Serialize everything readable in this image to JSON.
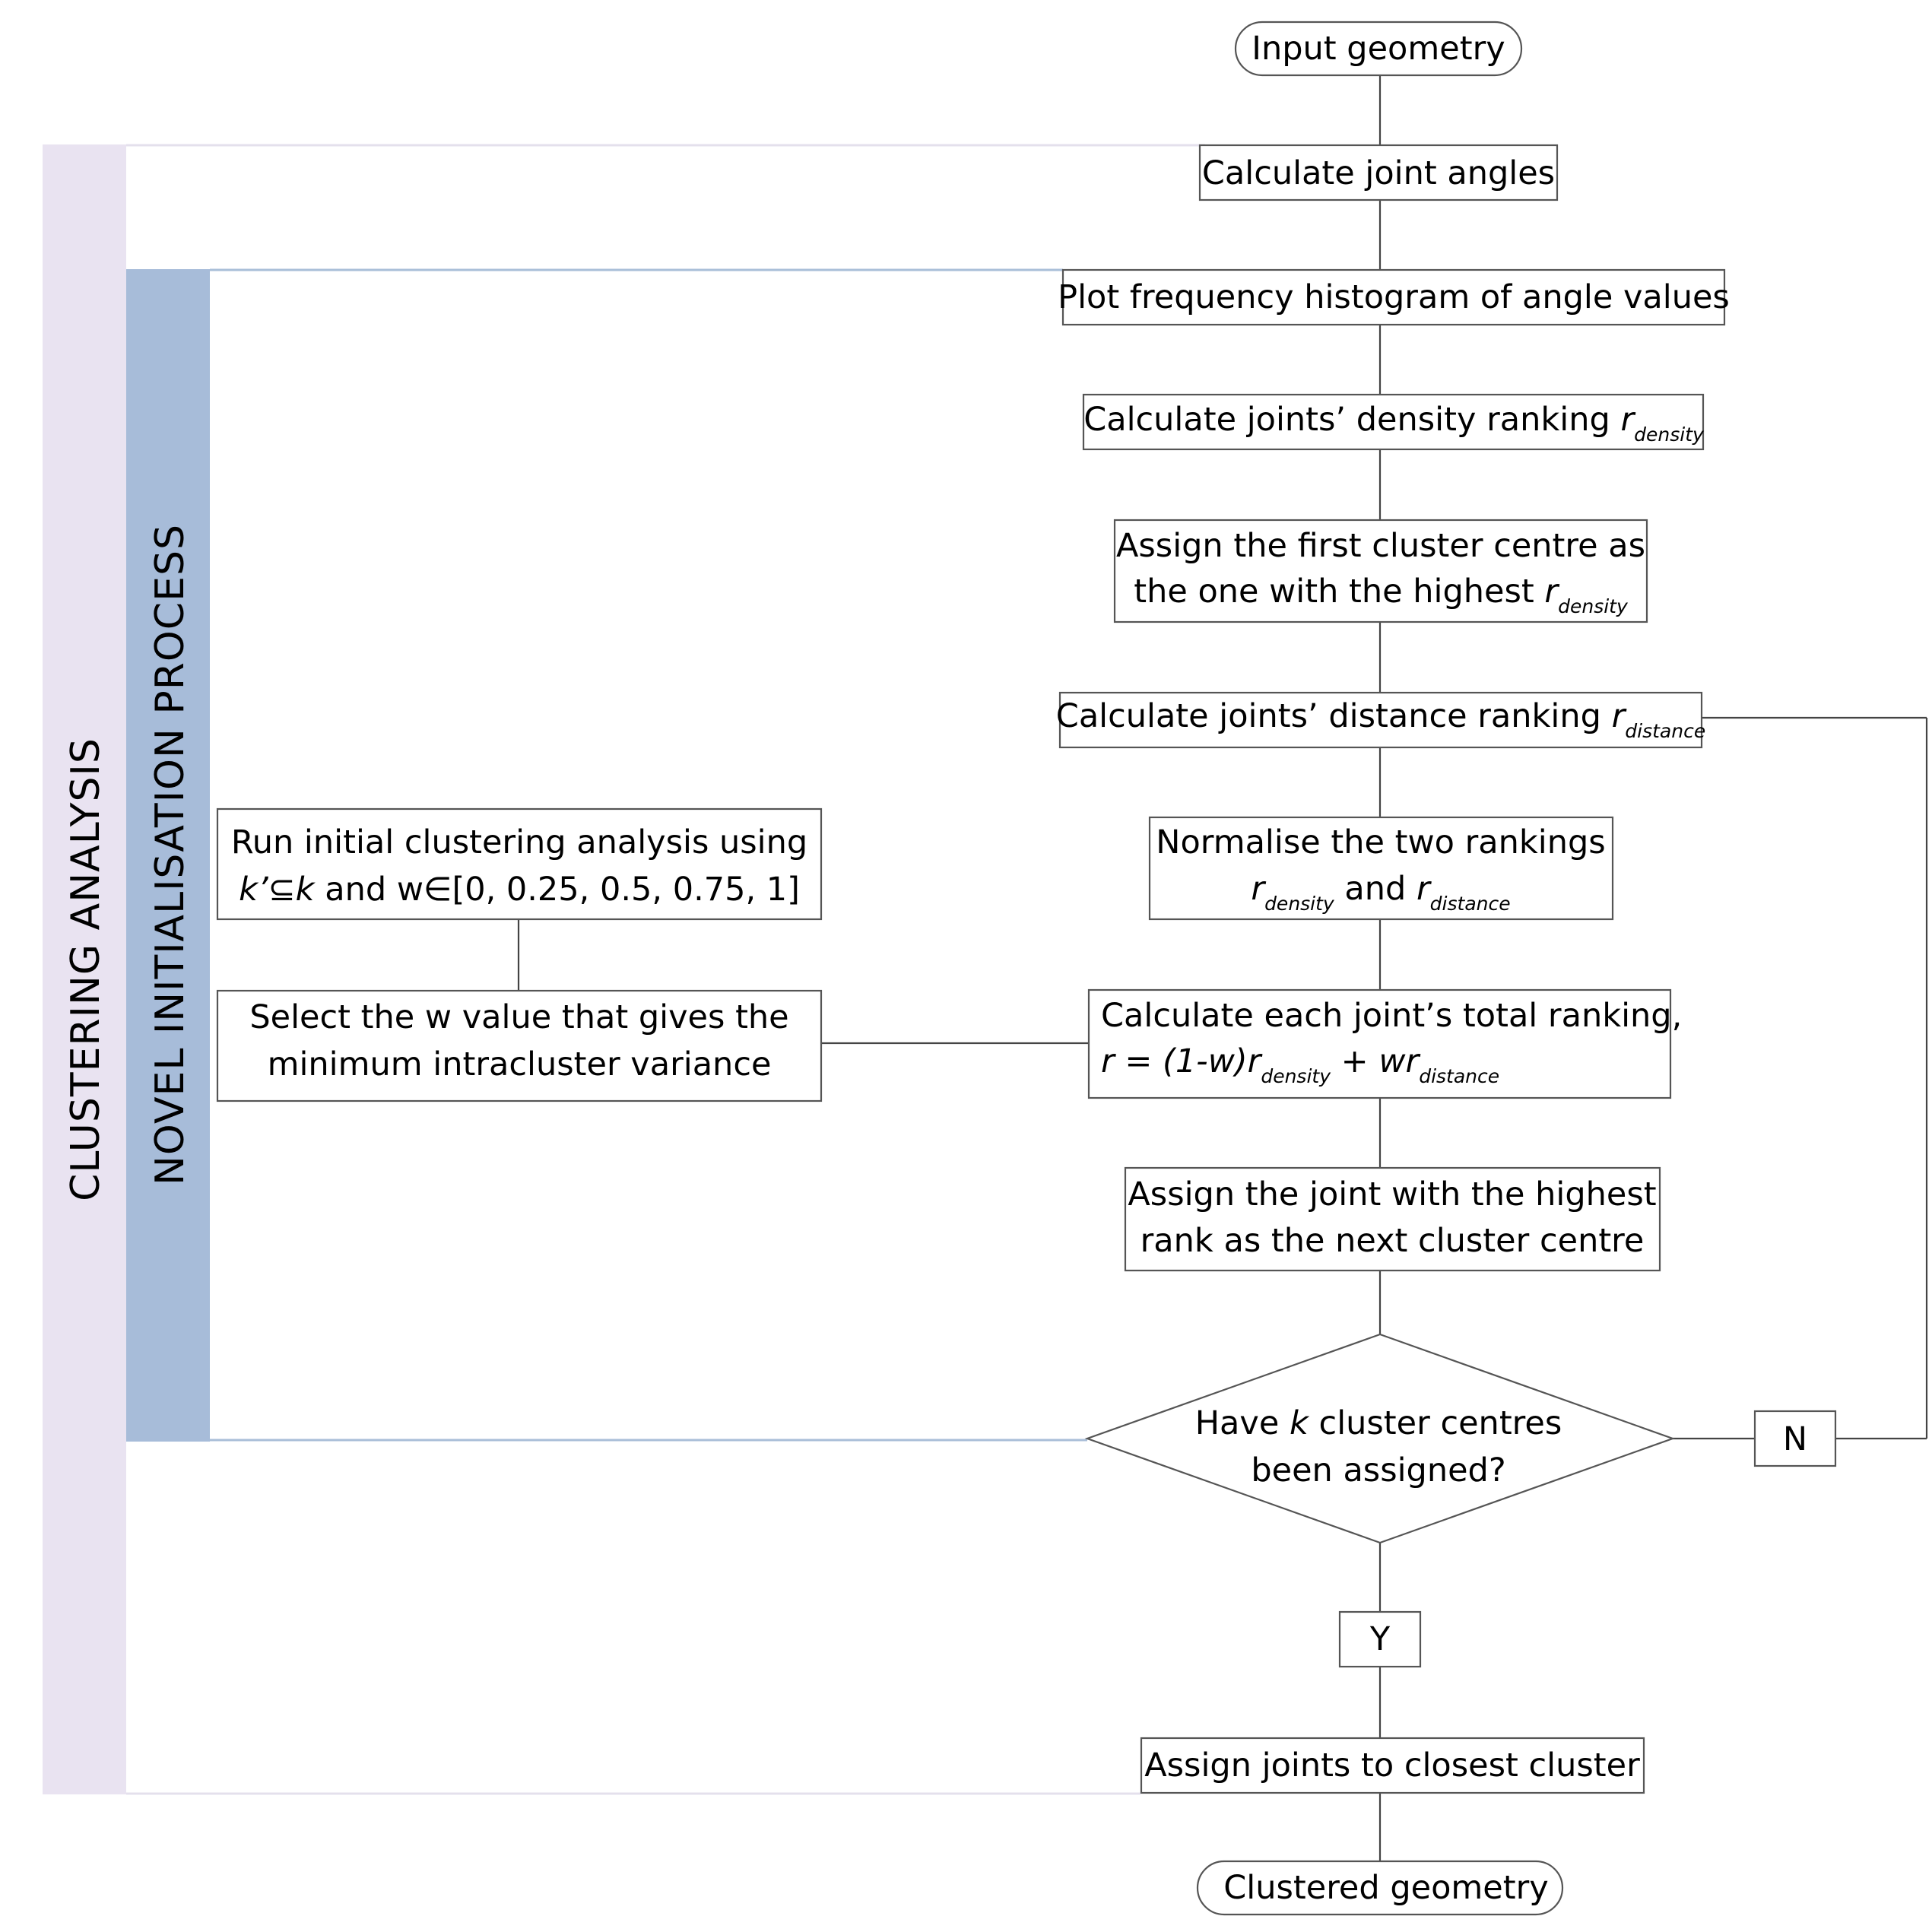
{
  "bands": {
    "outer_label": "CLUSTERING ANALYSIS",
    "inner_label": "NOVEL INITIALISATION PROCESS"
  },
  "nodes": {
    "input": "Input geometry",
    "joint_angles": "Calculate joint angles",
    "histogram": "Plot frequency histogram of angle values",
    "density_ranking": {
      "text": "Calculate joints’ density ranking ",
      "var": "r",
      "sub": "density"
    },
    "first_centre": {
      "line1": "Assign the first cluster centre as",
      "line2": "the one with the highest ",
      "var": "r",
      "sub": "density"
    },
    "distance_ranking": {
      "text": "Calculate joints’ distance ranking ",
      "var": "r",
      "sub": "distance"
    },
    "normalise": {
      "line1": "Normalise the two rankings",
      "var_a": "r",
      "sub_a": "density",
      "and": " and ",
      "var_b": "r",
      "sub_b": "distance"
    },
    "total_ranking": {
      "line1": "Calculate each joint’s total ranking,",
      "line2_a": "r = (1-w)r",
      "sub_a": "density",
      "line2_b": " + wr",
      "sub_b": "distance"
    },
    "next_centre": {
      "line1": "Assign the joint with the highest",
      "line2": "rank as the next cluster centre"
    },
    "decision": {
      "line1_a": "Have ",
      "line1_var": "k",
      "line1_b": " cluster centres",
      "line2": "been assigned?"
    },
    "no_label": "N",
    "yes_label": "Y",
    "assign_joints": "Assign joints to closest cluster",
    "output": "Clustered geometry",
    "run_initial": {
      "line1": "Run initial clustering analysis using",
      "line2_var": "k’",
      "line2_sym": "⊆",
      "line2_var2": "k",
      "line2_rest": " and w∈[0, 0.25, 0.5, 0.75, 1]"
    },
    "select_w": {
      "line1": "Select the w value that gives the",
      "line2": "minimum intracluster variance"
    }
  }
}
